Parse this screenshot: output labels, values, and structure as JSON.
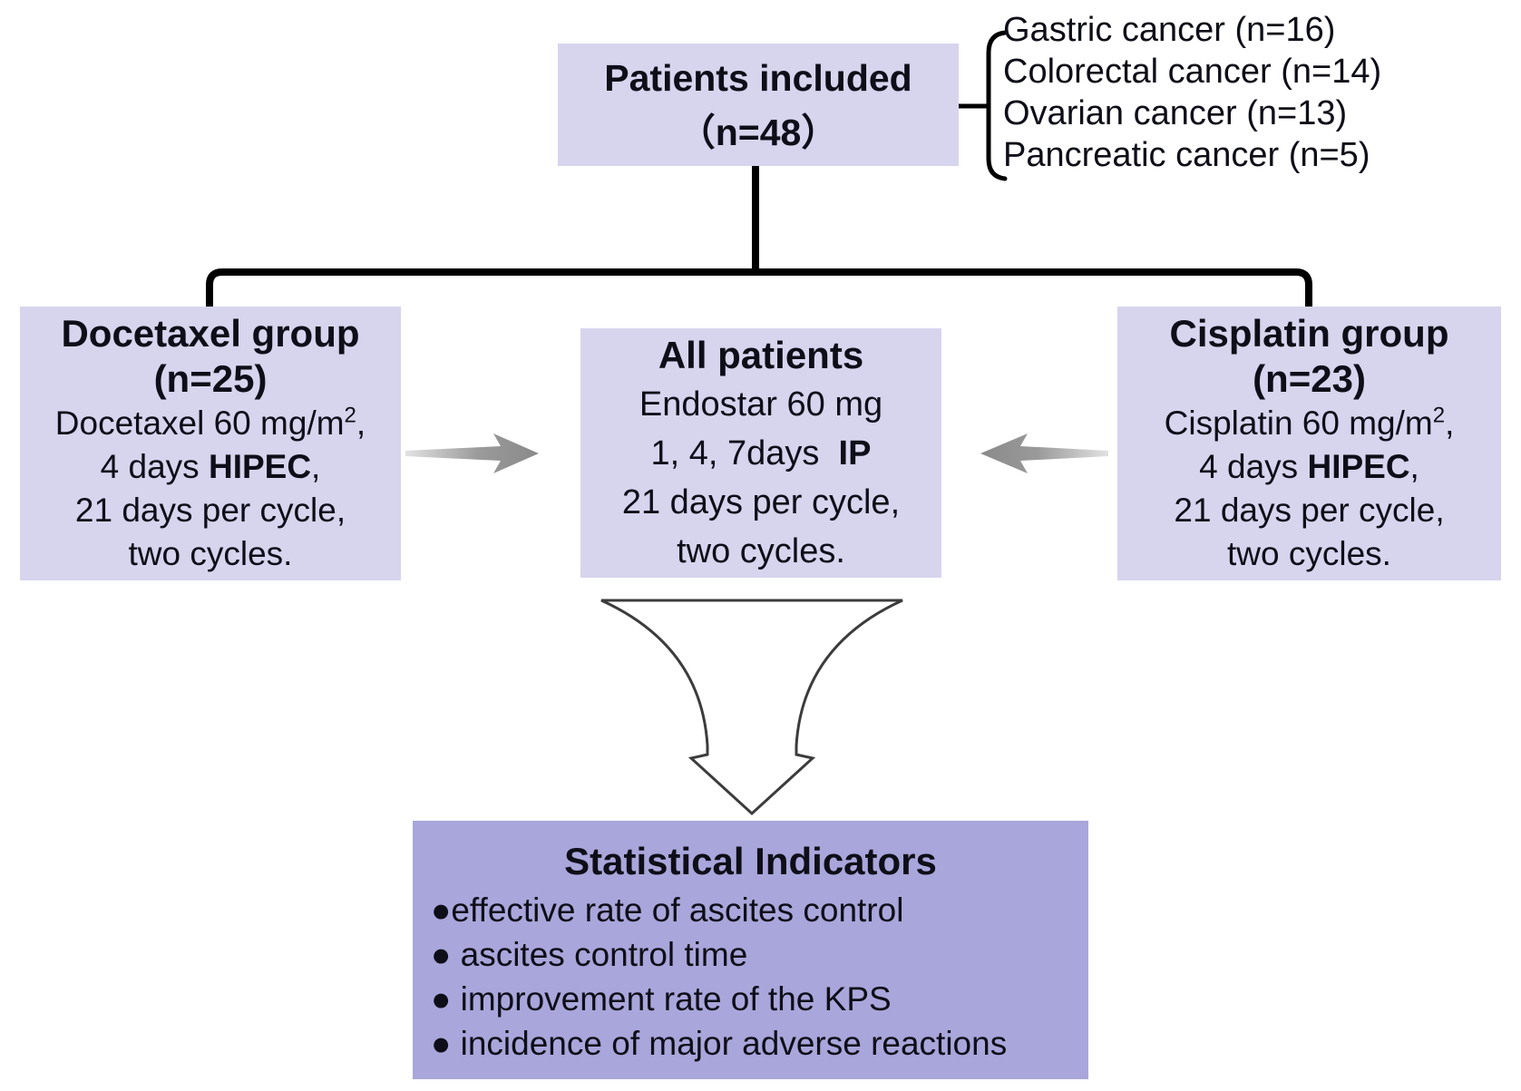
{
  "figure": {
    "type": "clinical-study-flowchart"
  },
  "top_box": {
    "title": "Patients included",
    "subtitle": "（n=48）"
  },
  "cancer_list": {
    "items": [
      "Gastric cancer (n=16)",
      "Colorectal cancer (n=14)",
      "Ovarian cancer (n=13)",
      "Pancreatic cancer (n=5)"
    ]
  },
  "docetaxel_box": {
    "title": "Docetaxel group",
    "n": "(n=25)",
    "line1_pre": "Docetaxel 60 mg/m",
    "line1_sup": "2",
    "line1_post": ",",
    "line2_pre": "4 days ",
    "line2_bold": "HIPEC",
    "line2_post": ",",
    "line3": "21 days per cycle,",
    "line4": "two cycles."
  },
  "all_patients_box": {
    "title": "All patients",
    "line1": "Endostar 60 mg",
    "line2_pre": "1, 4, 7days  ",
    "line2_bold": "IP",
    "line3": "21 days per cycle,",
    "line4": "two cycles."
  },
  "cisplatin_box": {
    "title": "Cisplatin group",
    "n": "(n=23)",
    "line1_pre": "Cisplatin 60 mg/m",
    "line1_sup": "2",
    "line1_post": ",",
    "line2_pre": "4 days ",
    "line2_bold": "HIPEC",
    "line2_post": ",",
    "line3": "21 days per cycle,",
    "line4": "two cycles."
  },
  "statistics_box": {
    "title": "Statistical Indicators",
    "items": [
      "●effective rate of ascites control",
      "● ascites control time",
      "● improvement rate of the KPS",
      "● incidence of major adverse reactions"
    ]
  },
  "colors": {
    "box_light": "#d7d4ee",
    "box_dark": "#a9a6db",
    "connector_line": "#000000",
    "arrow_gray": "#8a8a8a",
    "funnel_outline": "#3c3c3c",
    "text": "#0e0e18"
  }
}
